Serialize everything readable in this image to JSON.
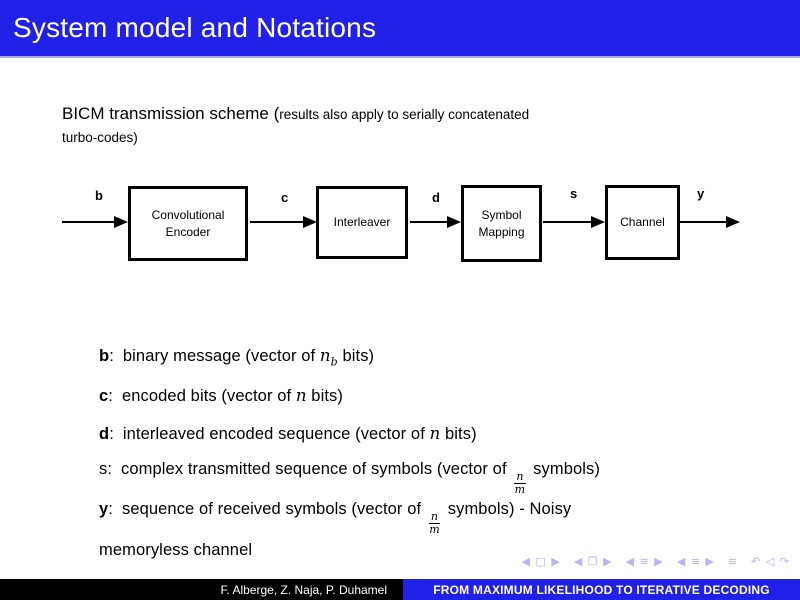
{
  "title_bar": {
    "title": "System model and Notations"
  },
  "heading": {
    "part_large": "BICM transmission scheme (",
    "part_small_line1": "results also apply to serially concatenated",
    "part_small_line2": "turbo-codes)"
  },
  "diagram": {
    "signals": [
      "b",
      "c",
      "d",
      "s",
      "y"
    ],
    "blocks": [
      {
        "line1": "Convolutional",
        "line2": "Encoder"
      },
      {
        "line1": "Interleaver"
      },
      {
        "line1": "Symbol",
        "line2": "Mapping"
      },
      {
        "line1": "Channel"
      }
    ]
  },
  "punct": {
    "colon": ":"
  },
  "definitions": [
    {
      "sym": "b",
      "pre": "binary message (vector of ",
      "var": "n",
      "sub": "b",
      "post": " bits)"
    },
    {
      "sym": "c",
      "pre": "encoded bits (vector of ",
      "var": "n",
      "post": " bits)"
    },
    {
      "sym": "d",
      "pre": "interleaved encoded sequence (vector of ",
      "var": "n",
      "post": " bits)"
    },
    {
      "sym": "s",
      "pre": "complex transmitted sequence of symbols (vector of ",
      "num": "n",
      "den": "m",
      "post": " symbols)"
    },
    {
      "sym": "y",
      "pre": "sequence of received symbols (vector of ",
      "num": "n",
      "den": "m",
      "post": " symbols) - Noisy",
      "line2": "memoryless channel"
    }
  ],
  "nav": {
    "groups": [
      "◀ □ ▶",
      "◀ ❐ ▶",
      "◀ ≡ ▶",
      "◀ ≡ ▶",
      "≡",
      "↶ ◁ ↷"
    ]
  },
  "footer": {
    "authors": "F. Alberge, Z. Naja, P. Duhamel",
    "banner": "FROM MAXIMUM LIKELIHOOD TO ITERATIVE DECODING"
  },
  "colors": {
    "accent_blue": "#2020e6",
    "footer_black": "#000000",
    "nav_symbols": "#b6b6f2",
    "text": "#000000",
    "background": "#ffffff"
  }
}
